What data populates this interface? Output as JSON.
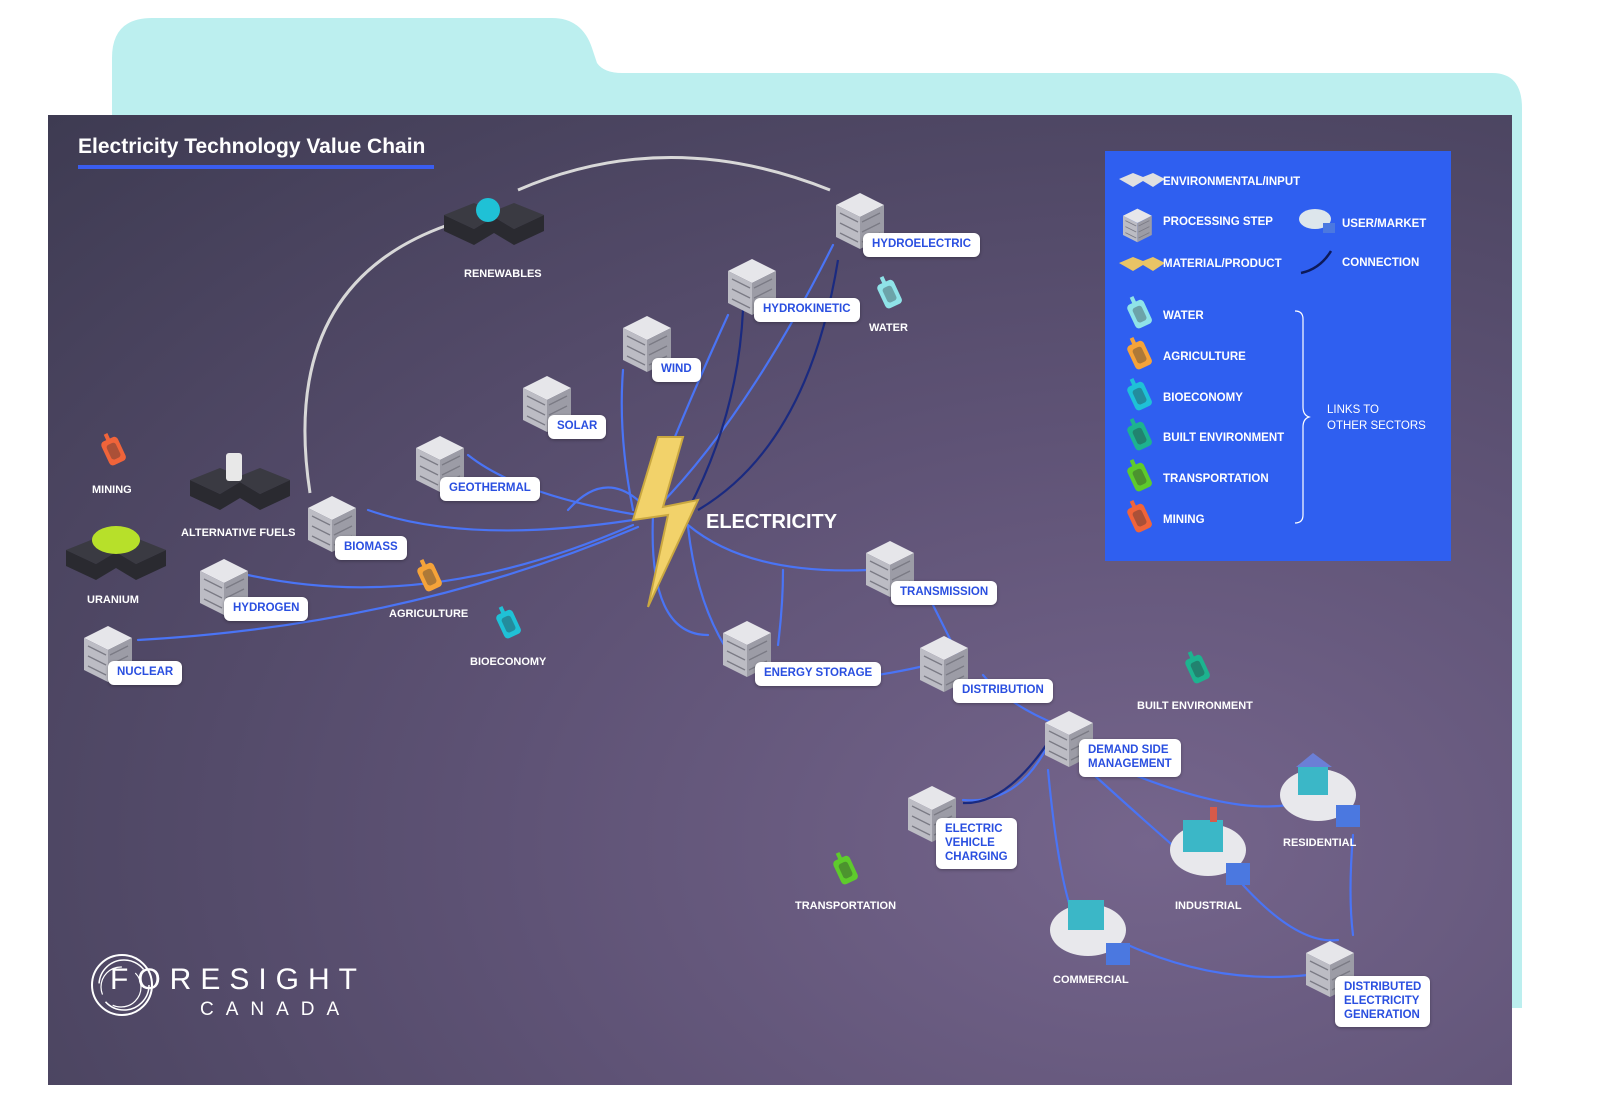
{
  "title": "Electricity Technology Value Chain",
  "center_label": "ELECTRICITY",
  "processing_labels": {
    "hydroelectric": "HYDROELECTRIC",
    "hydrokinetic": "HYDROKINETIC",
    "wind": "WIND",
    "solar": "SOLAR",
    "geothermal": "GEOTHERMAL",
    "biomass": "BIOMASS",
    "hydrogen": "HYDROGEN",
    "nuclear": "NUCLEAR",
    "transmission": "TRANSMISSION",
    "energy_storage": "ENERGY STORAGE",
    "distribution": "DISTRIBUTION",
    "demand_side_management": "DEMAND SIDE\nMANAGEMENT",
    "ev_charging": "ELECTRIC\nVEHICLE\nCHARGING",
    "distributed_generation": "DISTRIBUTED\nELECTRICITY\nGENERATION"
  },
  "other_labels": {
    "renewables": "RENEWABLES",
    "water": "WATER",
    "mining": "MINING",
    "alternative_fuels": "ALTERNATIVE FUELS",
    "uranium": "URANIUM",
    "agriculture": "AGRICULTURE",
    "bioeconomy": "BIOECONOMY",
    "built_environment": "BUILT ENVIRONMENT",
    "transportation": "TRANSPORTATION",
    "residential": "RESIDENTIAL",
    "industrial": "INDUSTRIAL",
    "commercial": "COMMERCIAL"
  },
  "legend": {
    "environmental_input": "ENVIRONMENTAL/INPUT",
    "processing_step": "PROCESSING STEP",
    "user_market": "USER/MARKET",
    "material_product": "MATERIAL/PRODUCT",
    "connection": "CONNECTION",
    "sectors": [
      {
        "label": "WATER",
        "color": "#8fe3e8"
      },
      {
        "label": "AGRICULTURE",
        "color": "#f5a339"
      },
      {
        "label": "BIOECONOMY",
        "color": "#1fc1d6"
      },
      {
        "label": "BUILT ENVIRONMENT",
        "color": "#1db38f"
      },
      {
        "label": "TRANSPORTATION",
        "color": "#5ecb2c"
      },
      {
        "label": "MINING",
        "color": "#f0643a"
      }
    ],
    "links_note": "LINKS TO\nOTHER SECTORS"
  },
  "logo": {
    "word": "FORESIGHT",
    "sub": "CANADA"
  },
  "colors": {
    "background": "#5a4f70",
    "legend": "#2f5ff0",
    "folder_tab": "#bcefef",
    "connection": "#3f6cf0",
    "bolt": "#f2d26a"
  }
}
